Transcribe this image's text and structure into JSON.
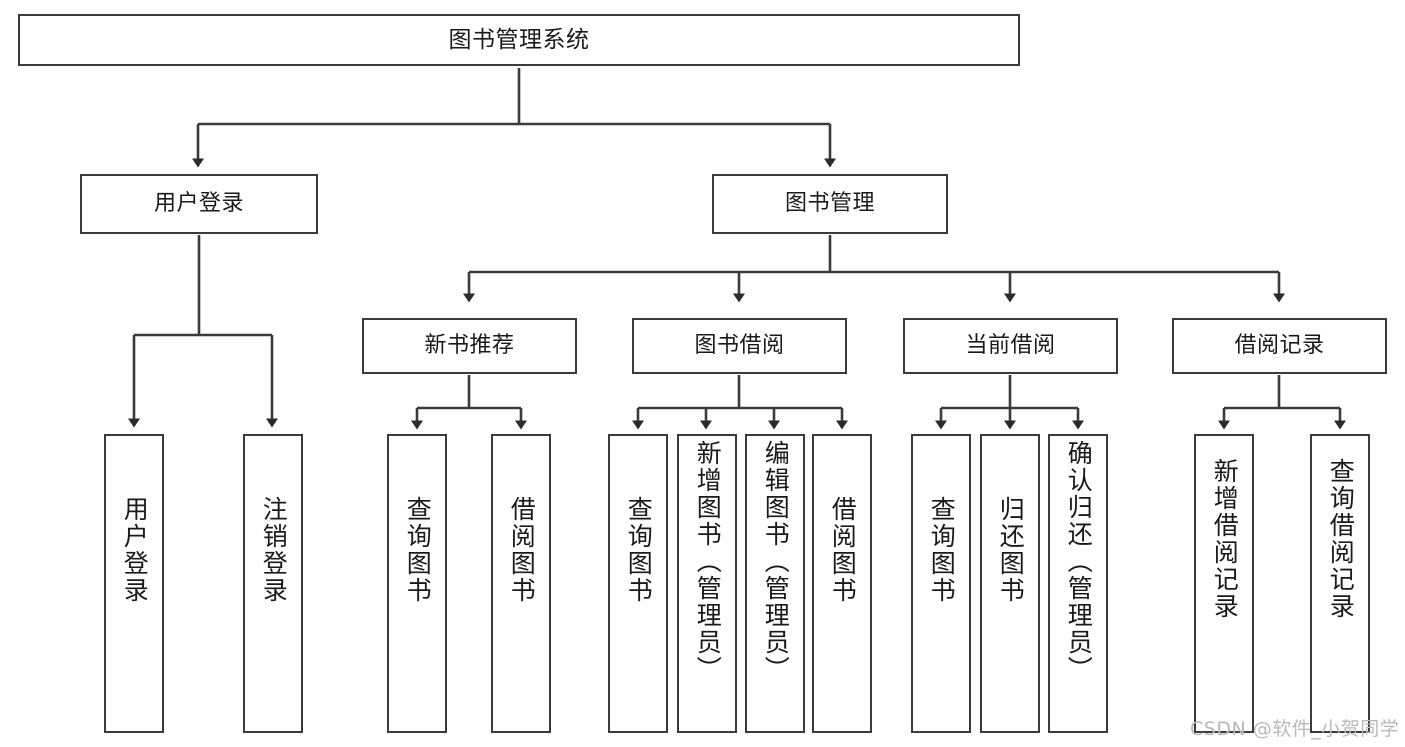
{
  "diagram": {
    "title": "图书管理系统",
    "watermark": "CSDN @软件_小贺同学",
    "line_color": "#3b3b3b",
    "box_border_color": "#3b3b3b",
    "box_fill_color": "#ffffff",
    "text_color": "#1a1a1a",
    "watermark_color": "#b9b9b9"
  },
  "nodes": {
    "root": {
      "label": "图书管理系统"
    },
    "level2": [
      {
        "label": "用户登录"
      },
      {
        "label": "图书管理"
      }
    ],
    "level3": [
      {
        "label": "新书推荐"
      },
      {
        "label": "图书借阅"
      },
      {
        "label": "当前借阅"
      },
      {
        "label": "借阅记录"
      }
    ],
    "leaves": {
      "user_login": [
        {
          "label": "用户登录"
        },
        {
          "label": "注销登录"
        }
      ],
      "new_book": [
        {
          "label": "查询图书"
        },
        {
          "label": "借阅图书"
        }
      ],
      "borrow_book": [
        {
          "label": "查询图书"
        },
        {
          "label": "新增图书（管理员）"
        },
        {
          "label": "编辑图书（管理员）"
        },
        {
          "label": "借阅图书"
        }
      ],
      "current_borrow": [
        {
          "label": "查询图书"
        },
        {
          "label": "归还图书"
        },
        {
          "label": "确认归还（管理员）"
        }
      ],
      "borrow_record": [
        {
          "label": "新增借阅记录"
        },
        {
          "label": "查询借阅记录"
        }
      ]
    }
  }
}
